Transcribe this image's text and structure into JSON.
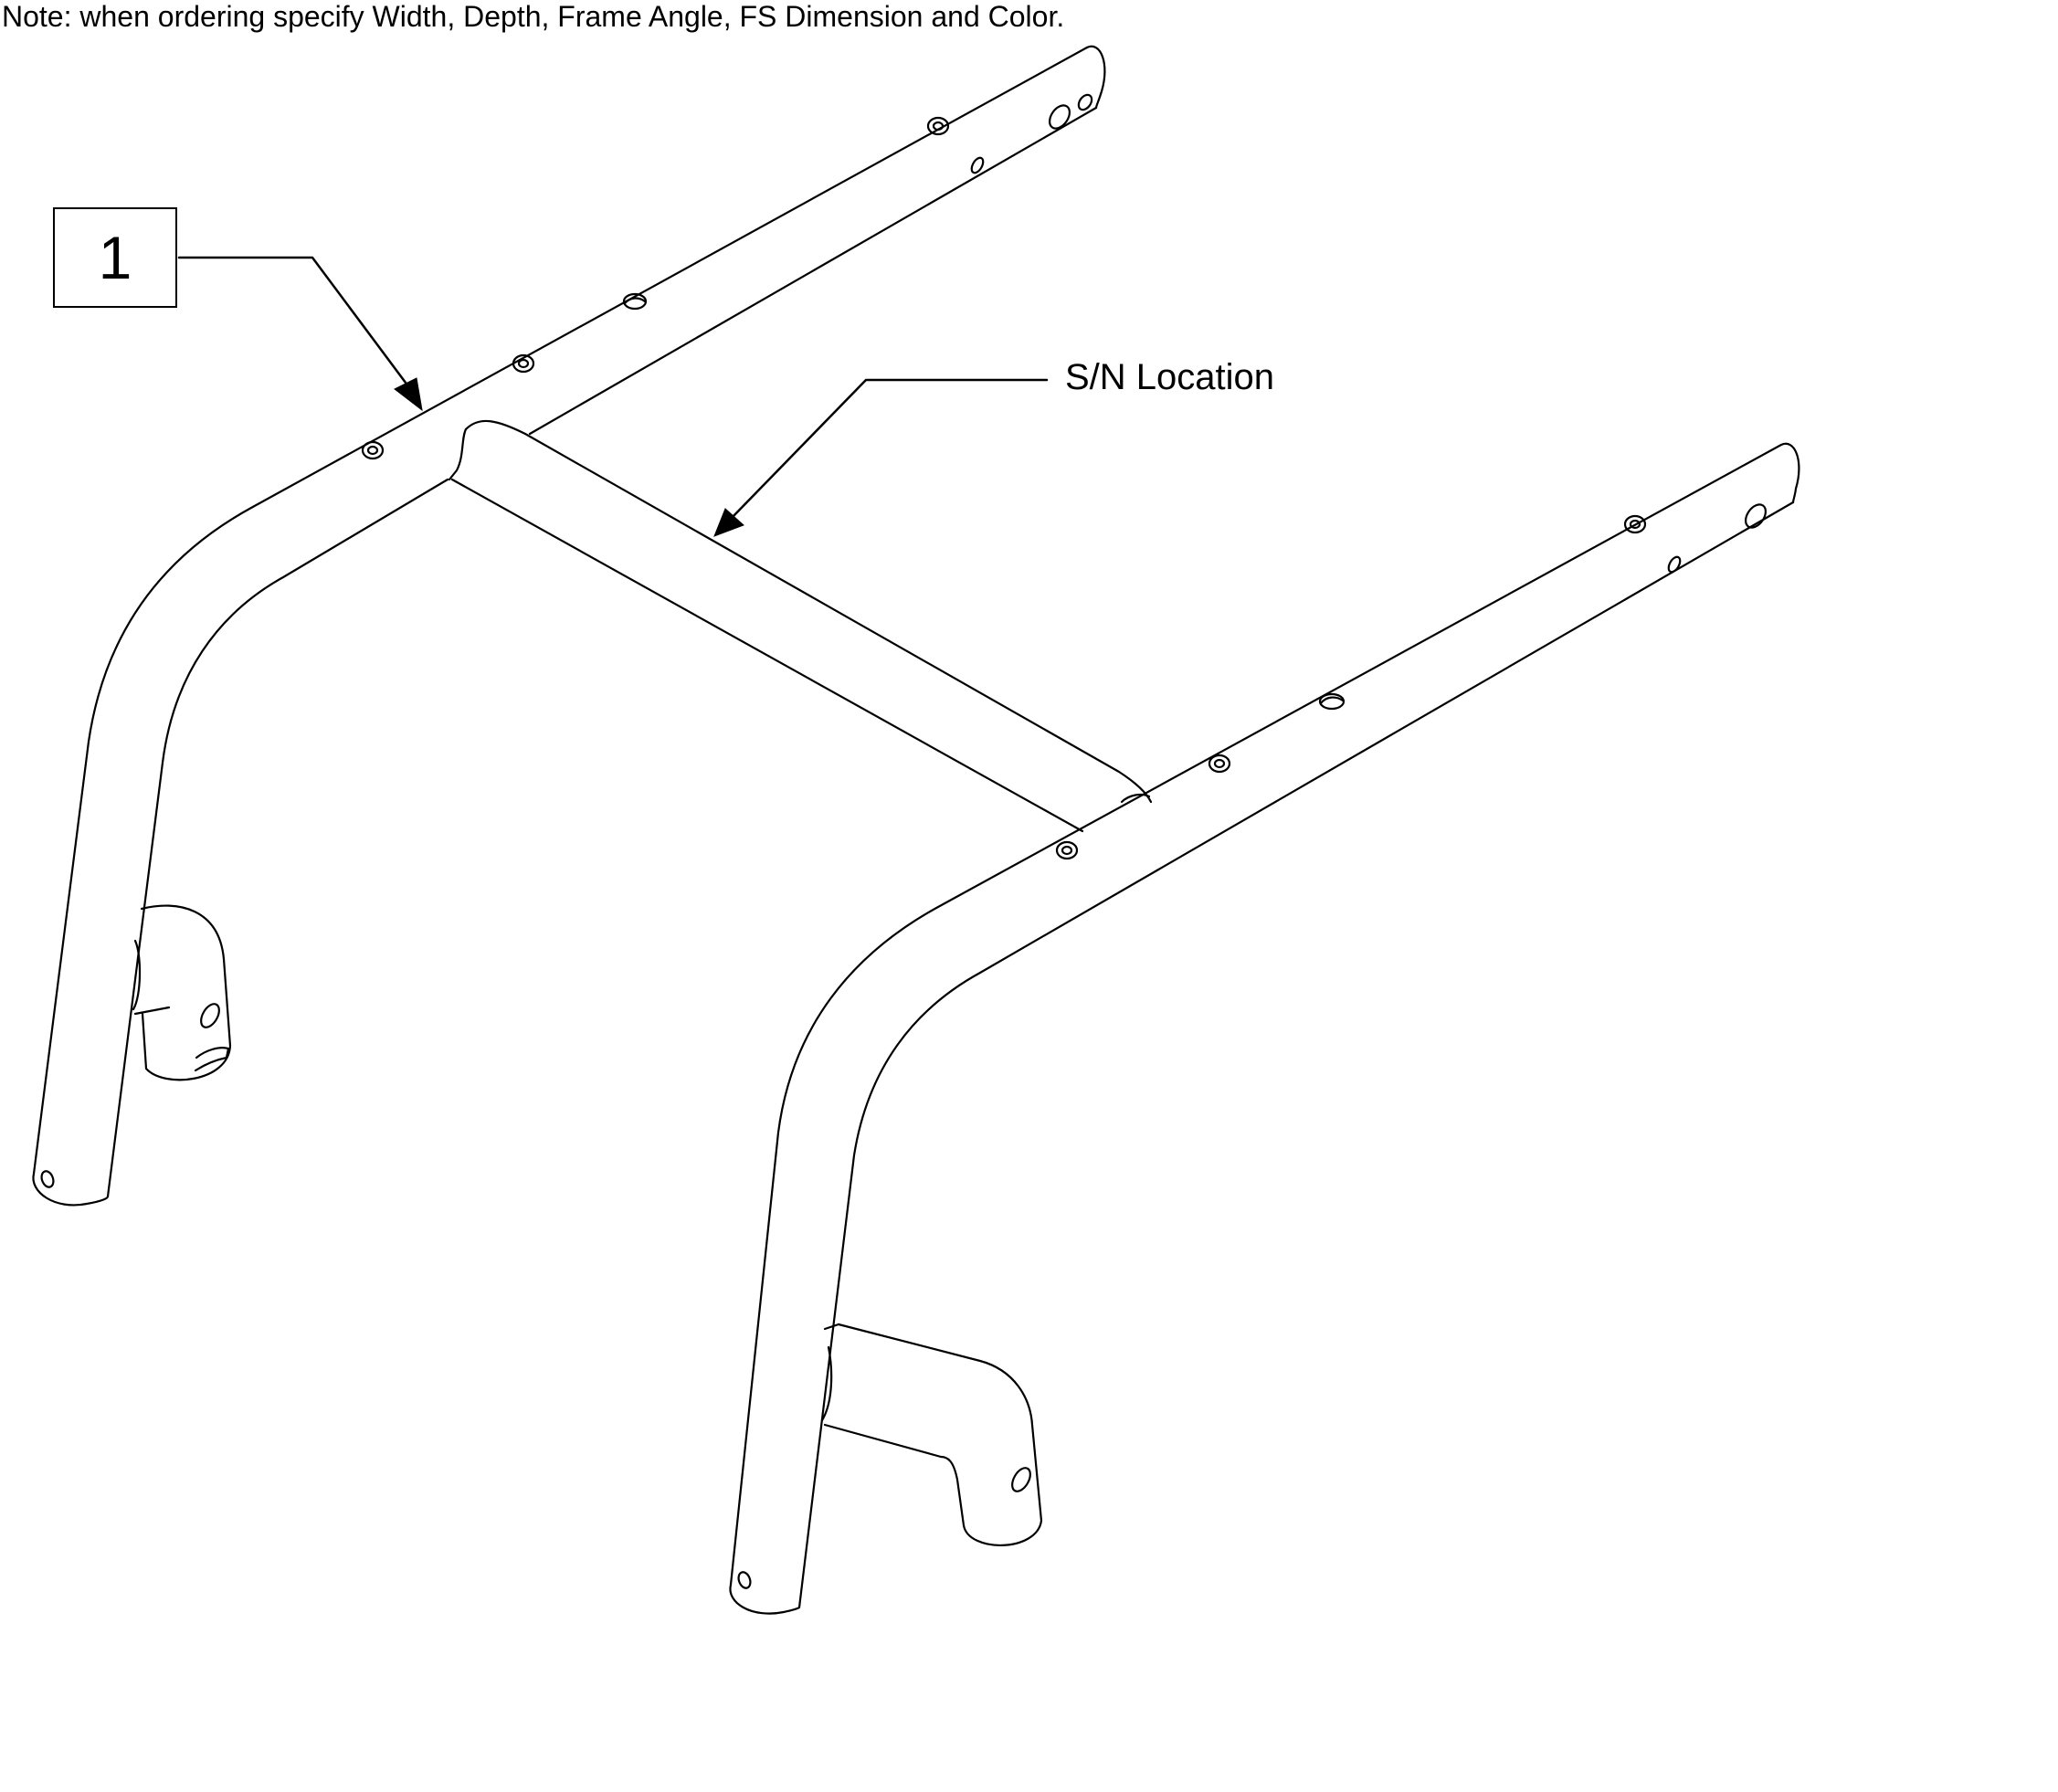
{
  "note": "Note: when ordering specify Width, Depth, Frame Angle, FS Dimension and Color.",
  "callouts": {
    "item_number": "1",
    "sn_location": "S/N Location"
  }
}
